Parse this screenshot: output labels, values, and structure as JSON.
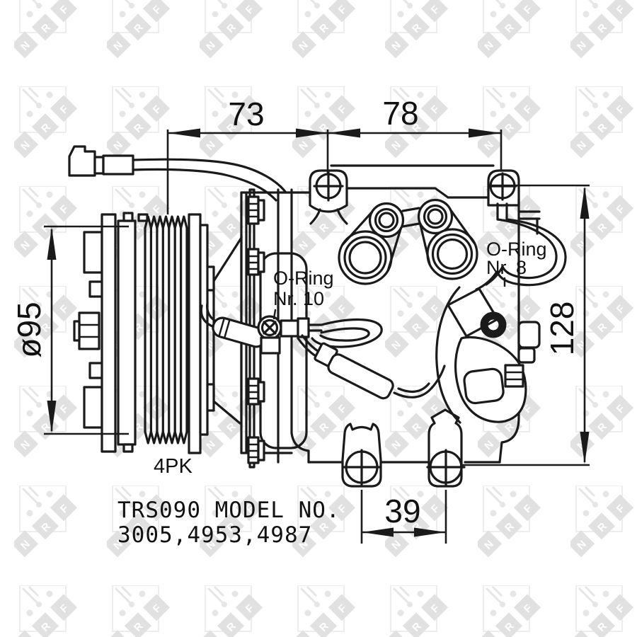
{
  "drawing": {
    "type": "technical-line-drawing",
    "subject": "AC compressor side view with dimensions",
    "dimensions": {
      "width_left_mm": "73",
      "width_right_mm": "78",
      "height_right_mm": "128",
      "bolt_spacing_mm": "39",
      "pulley_diameter_mm": "ø95"
    },
    "labels": {
      "o_ring_10_line1": "O-Ring",
      "o_ring_10_line2": "Nr. 10",
      "o_ring_8_line1": "O-Ring",
      "o_ring_8_line2": "Nr. 8",
      "belt_type": "4PK",
      "model_line1": "TRS090 MODEL NO.",
      "model_line2": "3005,4953,4987"
    },
    "watermark": {
      "brand_letters": [
        "N",
        "R",
        "F"
      ],
      "square_color": "#ededed",
      "detail_color": "#e6e6e6",
      "diamond_color": "#e1e1e1"
    },
    "colors": {
      "line": "#1a1a1a",
      "background": "#ffffff"
    }
  }
}
